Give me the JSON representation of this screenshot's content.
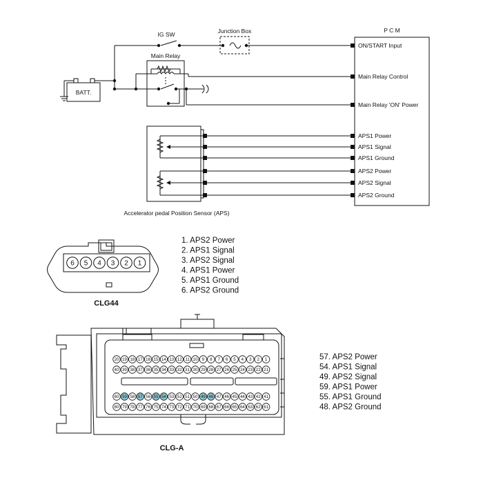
{
  "schematic": {
    "pcm_title": "P C M",
    "ig_sw": "IG SW",
    "junction_box": "Junction Box",
    "main_relay": "Main Relay",
    "batt": "BATT.",
    "pcm_pins": [
      "ON/START Input",
      "Main Relay Control",
      "Main Relay 'ON' Power",
      "APS1 Power",
      "APS1 Signal",
      "APS1 Ground",
      "APS2 Power",
      "APS2 Signal",
      "APS2 Ground"
    ],
    "sensor_caption": "Accelerator pedal Position Sensor (APS)"
  },
  "clg44": {
    "pins": [
      "6",
      "5",
      "4",
      "3",
      "2",
      "1"
    ],
    "label": "CLG44",
    "legend": [
      "1. APS2 Power",
      "2. APS1 Signal",
      "3. APS2 Signal",
      "4. APS1 Power",
      "5. APS1 Ground",
      "6. APS2 Ground"
    ]
  },
  "clga": {
    "row1": [
      "20",
      "19",
      "18",
      "17",
      "16",
      "15",
      "14",
      "13",
      "12",
      "11",
      "10",
      "9",
      "8",
      "7",
      "6",
      "5",
      "4",
      "3",
      "2",
      "1"
    ],
    "row2": [
      "40",
      "39",
      "38",
      "37",
      "36",
      "35",
      "34",
      "33",
      "32",
      "31",
      "30",
      "29",
      "28",
      "27",
      "26",
      "25",
      "24",
      "23",
      "22",
      "21"
    ],
    "row3": [
      "60",
      "59",
      "58",
      "57",
      "56",
      "55",
      "54",
      "53",
      "52",
      "51",
      "50",
      "49",
      "48",
      "47",
      "46",
      "45",
      "44",
      "43",
      "42",
      "41"
    ],
    "row4": [
      "80",
      "79",
      "78",
      "77",
      "76",
      "75",
      "74",
      "73",
      "72",
      "71",
      "70",
      "69",
      "68",
      "67",
      "66",
      "65",
      "64",
      "63",
      "62",
      "61"
    ],
    "highlighted": [
      "59",
      "57",
      "55",
      "54",
      "49",
      "48"
    ],
    "highlight_color": "#8fc3cf",
    "label": "CLG-A",
    "legend": [
      "57. APS2 Power",
      "54. APS1 Signal",
      "49. APS2 Signal",
      "59. APS1 Power",
      "55. APS1 Ground",
      "48. APS2 Ground"
    ]
  }
}
